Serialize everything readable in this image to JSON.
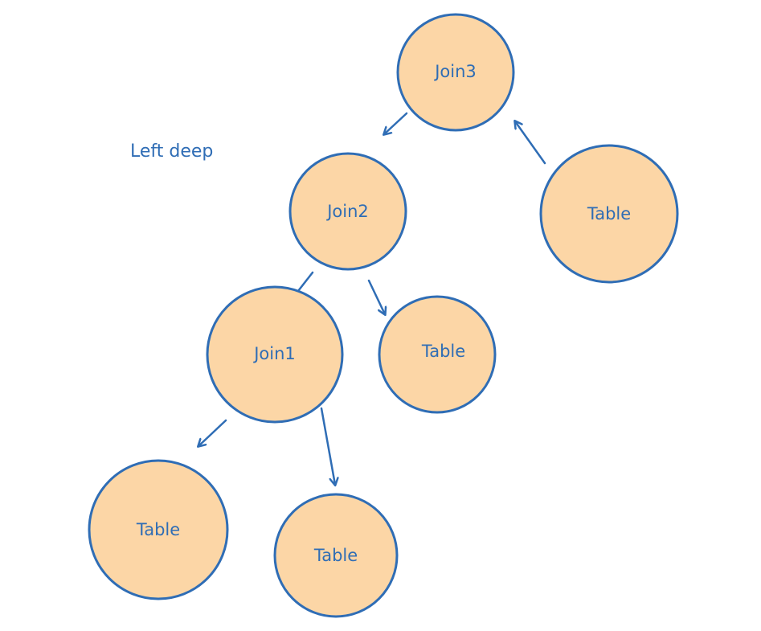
{
  "diagram": {
    "caption": "Left deep",
    "colors": {
      "stroke": "#2f6db5",
      "node_fill": "#fcd6a6",
      "text": "#2f6db5",
      "background": "#ffffff"
    },
    "nodes": [
      {
        "id": "join3",
        "label": "Join3"
      },
      {
        "id": "join2",
        "label": "Join2"
      },
      {
        "id": "table-right-top",
        "label": "Table"
      },
      {
        "id": "join1",
        "label": "Join1"
      },
      {
        "id": "table-mid",
        "label": "Table"
      },
      {
        "id": "table-bottom-left",
        "label": "Table"
      },
      {
        "id": "table-bottom-mid",
        "label": "Table"
      }
    ],
    "edges": [
      {
        "from": "join3",
        "to": "join2"
      },
      {
        "from": "table-right-top",
        "to": "join3"
      },
      {
        "from": "join2",
        "to": "join1"
      },
      {
        "from": "join2",
        "to": "table-mid"
      },
      {
        "from": "join1",
        "to": "table-bottom-left"
      },
      {
        "from": "join1",
        "to": "table-bottom-mid"
      }
    ]
  }
}
